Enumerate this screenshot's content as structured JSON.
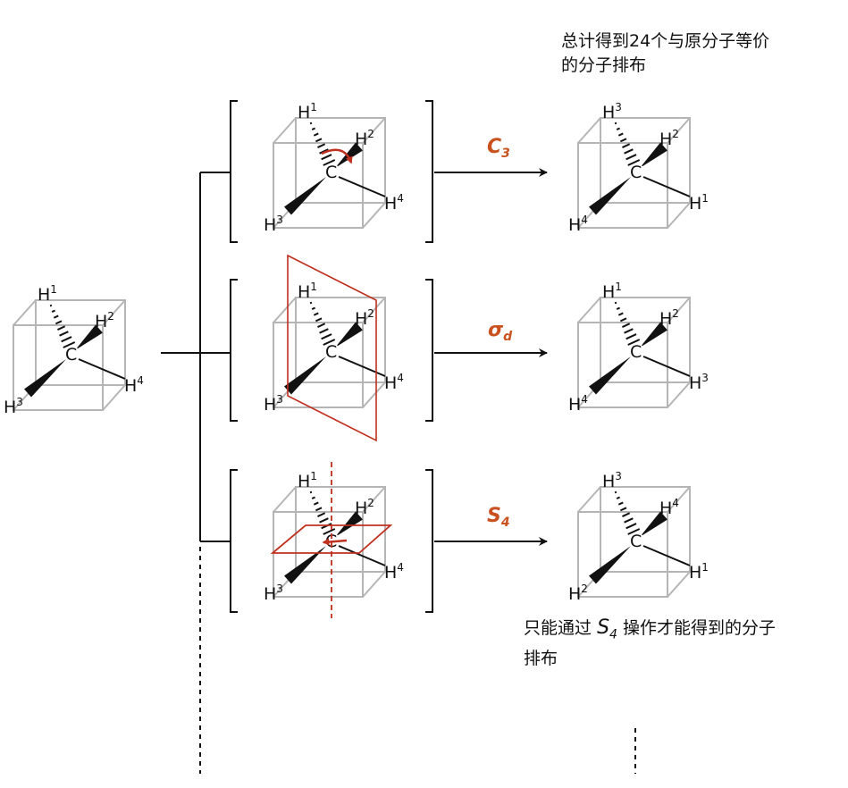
{
  "notes": {
    "top": "总计得到24个与原分子等价的分子排布",
    "bottom_prefix": "只能通过",
    "bottom_op": "S",
    "bottom_op_sub": "4",
    "bottom_suffix": "操作才能得到的分子排布"
  },
  "operations": [
    {
      "id": "c3",
      "symbol": "C",
      "subscript": "3"
    },
    {
      "id": "sigma",
      "symbol": "σ",
      "subscript": "d"
    },
    {
      "id": "s4",
      "symbol": "S",
      "subscript": "4"
    }
  ],
  "molecules": {
    "original": {
      "center": "C",
      "top": "1",
      "right_upper": "2",
      "right_lower": "4",
      "left_lower": "3"
    },
    "c3_before": {
      "center": "C",
      "top": "1",
      "right_upper": "2",
      "right_lower": "4",
      "left_lower": "3"
    },
    "c3_after": {
      "center": "C",
      "top": "3",
      "right_upper": "2",
      "right_lower": "1",
      "left_lower": "4"
    },
    "sigma_before": {
      "center": "C",
      "top": "1",
      "right_upper": "2",
      "right_lower": "4",
      "left_lower": "3"
    },
    "sigma_after": {
      "center": "C",
      "top": "1",
      "right_upper": "2",
      "right_lower": "3",
      "left_lower": "4"
    },
    "s4_before": {
      "center": "C",
      "top": "1",
      "right_upper": "2",
      "right_lower": "4",
      "left_lower": "3"
    },
    "s4_after": {
      "center": "C",
      "top": "3",
      "right_upper": "4",
      "right_lower": "1",
      "left_lower": "2"
    }
  },
  "atom_symbol": "H",
  "colors": {
    "accent": "#c8511e",
    "symmetry_element": "#c0301f",
    "cube_edges": "#b5b5b5",
    "ink": "#111111"
  }
}
